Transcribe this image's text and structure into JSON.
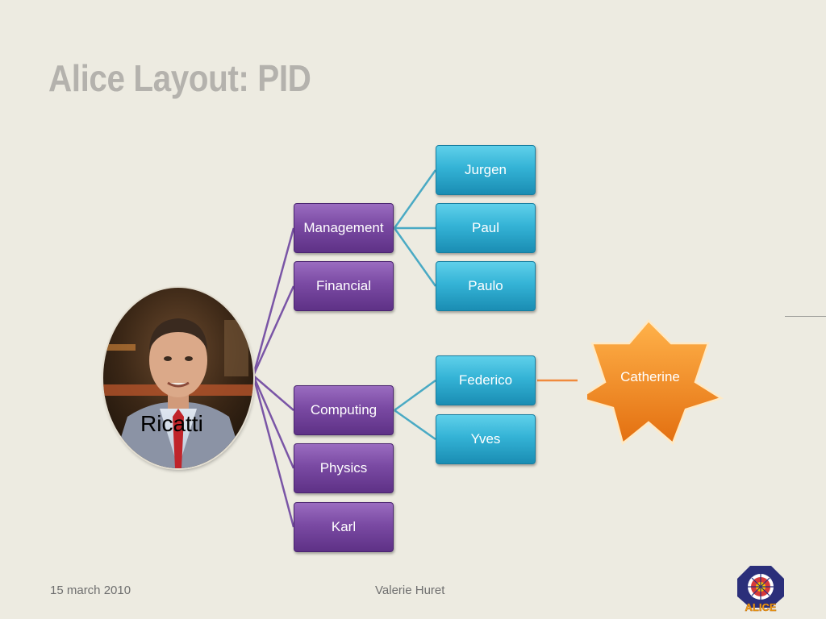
{
  "slide": {
    "title": "Alice Layout: PID",
    "date": "15 march 2010",
    "author": "Valerie Huret",
    "logo_text": "ALICE"
  },
  "org_chart": {
    "root": "Ricatti",
    "purple_nodes": [
      "Management",
      "Financial",
      "Computing",
      "Physics",
      "Karl"
    ],
    "management_children": [
      "Jurgen",
      "Paul",
      "Paulo"
    ],
    "computing_children": [
      "Federico",
      "Yves"
    ],
    "external": "Catherine"
  },
  "colors": {
    "purple": "#7a4aa3",
    "teal": "#34b3d6",
    "orange": "#f08a1c",
    "title": "#b4b2ad"
  }
}
